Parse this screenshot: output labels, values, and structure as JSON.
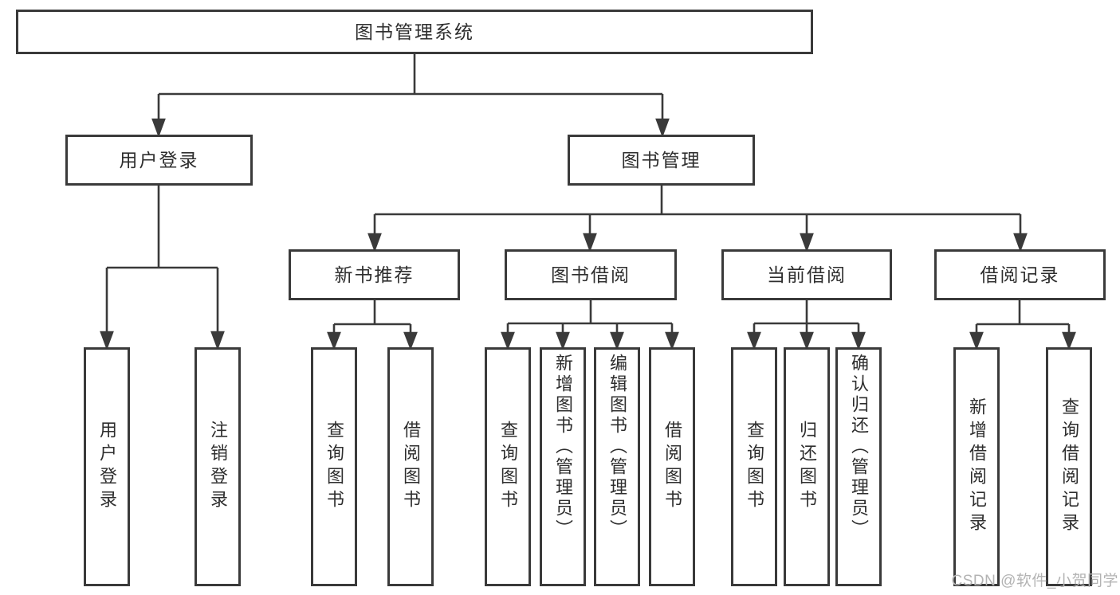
{
  "tree": {
    "root": {
      "label": "图书管理系统"
    },
    "login": {
      "label": "用户登录",
      "children": [
        {
          "label": "用户登录"
        },
        {
          "label": "注销登录"
        }
      ]
    },
    "manage": {
      "label": "图书管理",
      "groups": [
        {
          "label": "新书推荐",
          "children": [
            {
              "label": "查询图书"
            },
            {
              "label": "借阅图书"
            }
          ]
        },
        {
          "label": "图书借阅",
          "children": [
            {
              "label": "查询图书"
            },
            {
              "label": "新增图书（管理员）"
            },
            {
              "label": "编辑图书（管理员）"
            },
            {
              "label": "借阅图书"
            }
          ]
        },
        {
          "label": "当前借阅",
          "children": [
            {
              "label": "查询图书"
            },
            {
              "label": "归还图书"
            },
            {
              "label": "确认归还（管理员）"
            }
          ]
        },
        {
          "label": "借阅记录",
          "children": [
            {
              "label": "新增借阅记录"
            },
            {
              "label": "查询借阅记录"
            }
          ]
        }
      ]
    }
  },
  "watermark": {
    "text": "CSDN @软件_小贺同学"
  },
  "colors": {
    "line": "#3a3a3a",
    "text": "#2e2e2e",
    "watermark": "#b3b3b3",
    "background": "#ffffff"
  }
}
